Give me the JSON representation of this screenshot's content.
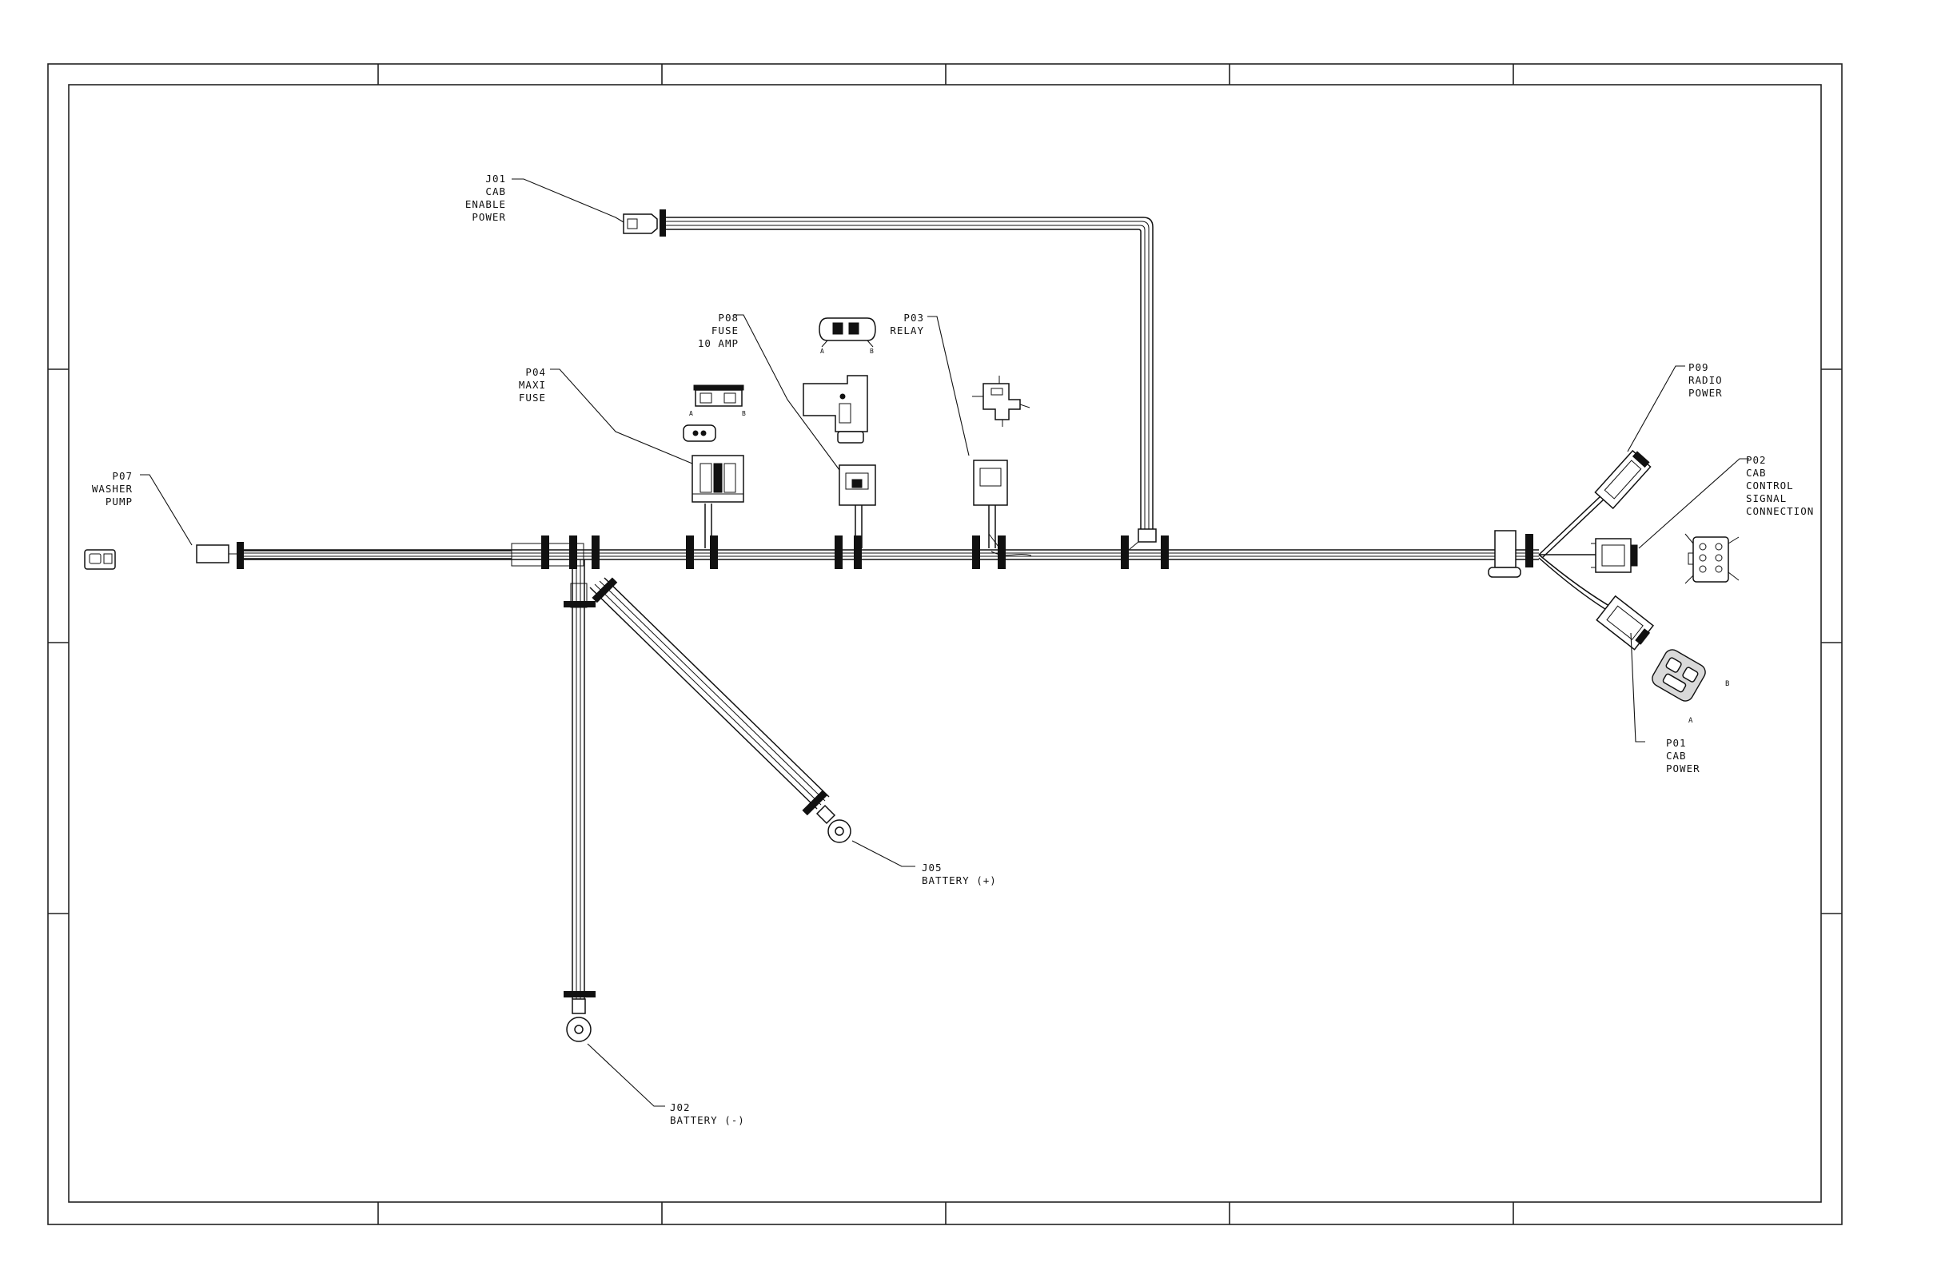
{
  "labels": {
    "j01": [
      "J01",
      "CAB",
      "ENABLE",
      "POWER"
    ],
    "p08": [
      "P08",
      "FUSE",
      "10 AMP"
    ],
    "p03": [
      "P03",
      "RELAY"
    ],
    "p04": [
      "P04",
      "MAXI",
      "FUSE"
    ],
    "p07": [
      "P07",
      "WASHER",
      "PUMP"
    ],
    "p09": [
      "P09",
      "RADIO",
      "POWER"
    ],
    "p02": [
      "P02",
      "CAB",
      "CONTROL",
      "SIGNAL",
      "CONNECTION"
    ],
    "p01": [
      "P01",
      "CAB",
      "POWER"
    ],
    "j05": [
      "J05",
      "BATTERY (+)"
    ],
    "j02": [
      "J02",
      "BATTERY (-)"
    ]
  },
  "pin_labels": {
    "p08_a": "A",
    "p08_b": "B",
    "p04_a": "A",
    "p04_b": "B",
    "p01_a": "A",
    "p01_b": "B"
  }
}
